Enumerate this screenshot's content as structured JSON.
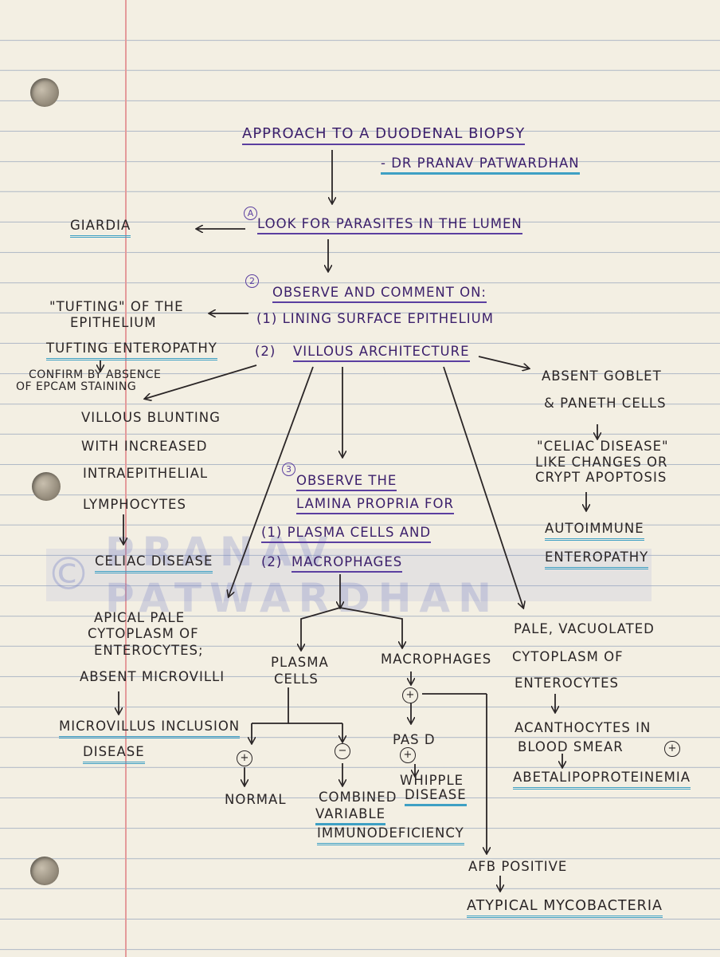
{
  "title": "APPROACH TO A DUODENAL BIOPSY",
  "author": "- DR PRANAV PATWARDHAN",
  "watermark": {
    "symbol": "©",
    "text": "PRANAV PATWARDHAN"
  },
  "step_a": {
    "marker": "A",
    "text": "LOOK FOR PARASITES IN THE LUMEN",
    "result": "GIARDIA"
  },
  "step_b": {
    "marker": "2",
    "heading": "OBSERVE AND COMMENT ON:",
    "item1": "(1) LINING SURFACE EPITHELIUM",
    "item2_num": "(2)",
    "item2": "VILLOUS ARCHITECTURE"
  },
  "tufting": {
    "line1": "\"TUFTING\" OF THE",
    "line2": "EPITHELIUM",
    "dx": "TUFTING ENTEROPATHY",
    "confirm1": "CONFIRM BY ABSENCE",
    "confirm2": "OF EPCAM STAINING"
  },
  "celiac": {
    "lines": [
      "VILLOUS BLUNTING",
      "WITH INCREASED",
      "INTRAEPITHELIAL",
      "LYMPHOCYTES"
    ],
    "dx": "CELIAC DISEASE"
  },
  "goblet": {
    "line1": "ABSENT GOBLET",
    "line2": "& PANETH CELLS",
    "line3": "\"CELIAC DISEASE\"",
    "line4": "LIKE CHANGES OR",
    "line5": "CRYPT APOPTOSIS",
    "dx1": "AUTOIMMUNE",
    "dx2": "ENTEROPATHY"
  },
  "step_c": {
    "marker": "3",
    "line1": "OBSERVE THE",
    "line2": "LAMINA PROPRIA FOR",
    "item1": "(1) PLASMA CELLS AND",
    "item2_num": "(2)",
    "item2": "MACROPHAGES"
  },
  "microvillus": {
    "line1": "APICAL PALE",
    "line2": "CYTOPLASM OF",
    "line3": "ENTEROCYTES;",
    "line4": "ABSENT MICROVILLI",
    "dx1": "MICROVILLUS INCLUSION",
    "dx2": "DISEASE"
  },
  "plasma": {
    "line1": "PLASMA",
    "line2": "CELLS",
    "positive": "+",
    "negative": "−",
    "normal": "NORMAL",
    "cvid1": "COMBINED",
    "cvid2": "VARIABLE",
    "cvid3": "IMMUNODEFICIENCY"
  },
  "macrophages": {
    "label": "MACROPHAGES",
    "positive": "+",
    "pasd": "PAS D",
    "pasd_positive": "+",
    "whipple1": "WHIPPLE",
    "whipple2": "DISEASE",
    "afb": "AFB POSITIVE",
    "atypical": "ATYPICAL MYCOBACTERIA"
  },
  "abeta": {
    "line1": "PALE, VACUOLATED",
    "line2": "CYTOPLASM OF",
    "line3": "ENTEROCYTES",
    "line4": "ACANTHOCYTES IN",
    "line5": "BLOOD SMEAR",
    "positive": "+",
    "dx": "ABETALIPOPROTEINEMIA"
  },
  "colors": {
    "ink": "#2a2526",
    "purple": "#3b1f6b",
    "highlight": "#3ea0c4",
    "margin": "#e49a9a"
  }
}
